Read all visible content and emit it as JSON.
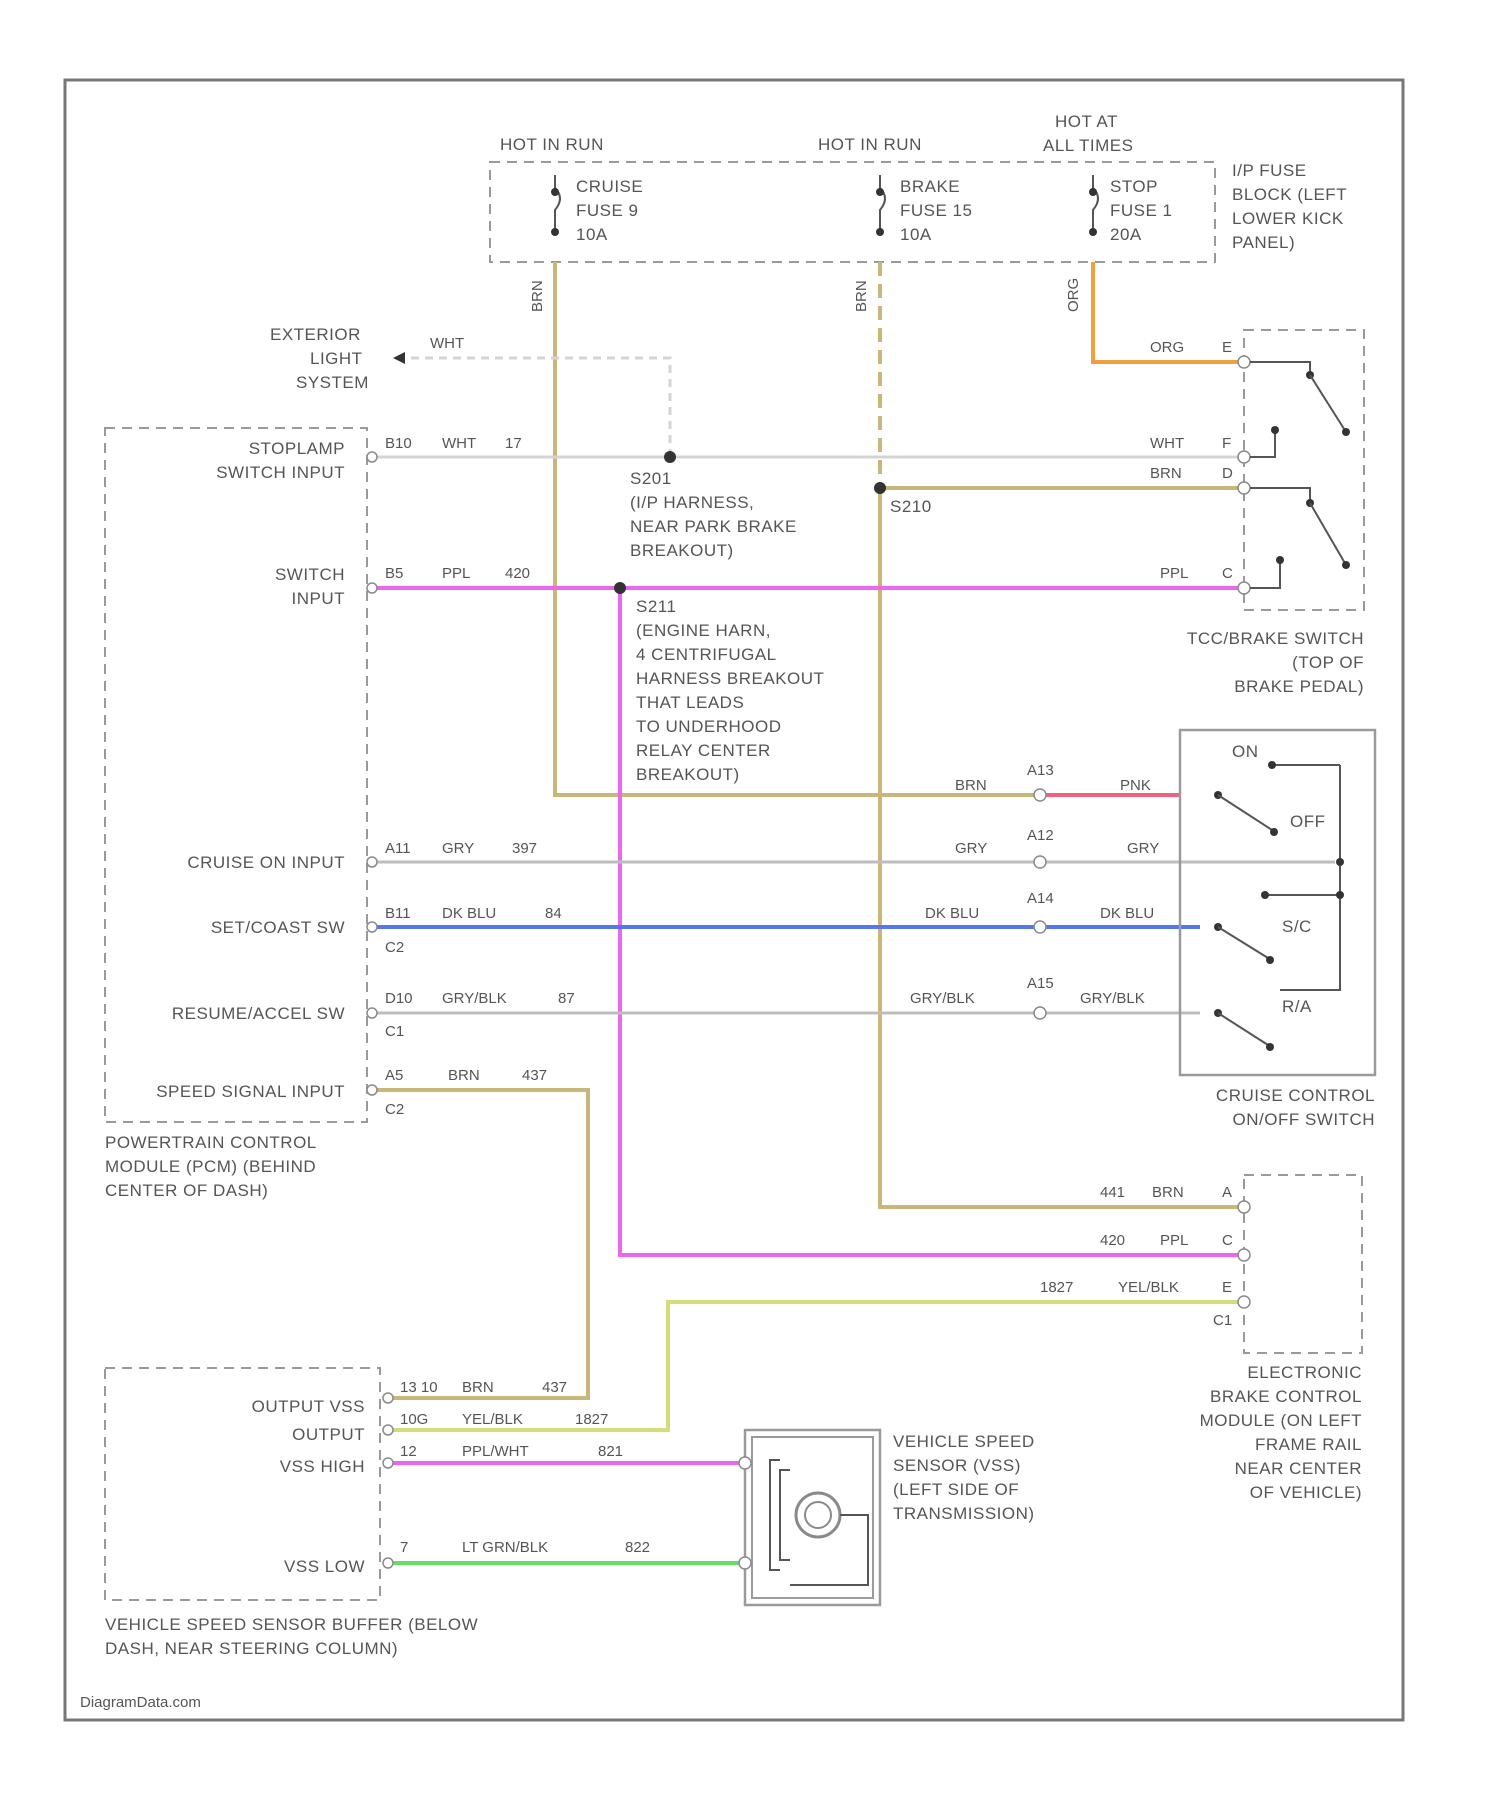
{
  "fuse_block": {
    "hot_run_1": "HOT IN RUN",
    "hot_run_2": "HOT IN RUN",
    "hot_at_line1": "HOT AT",
    "hot_at_line2": "ALL TIMES",
    "fuse1": [
      "CRUISE",
      "FUSE 9",
      "10A"
    ],
    "fuse2": [
      "BRAKE",
      "FUSE 15",
      "10A"
    ],
    "fuse3": [
      "STOP",
      "FUSE 1",
      "20A"
    ],
    "location": [
      "I/P FUSE",
      "BLOCK (LEFT",
      "LOWER KICK",
      "PANEL)"
    ],
    "wire1": "BRN",
    "wire2": "BRN",
    "wire3": "ORG"
  },
  "exterior": {
    "label": [
      "EXTERIOR",
      "LIGHT",
      "SYSTEM"
    ],
    "wire": "WHT"
  },
  "pcm": {
    "pins": [
      {
        "label1": "STOPLAMP",
        "label2": "SWITCH INPUT",
        "pin": "B10",
        "color": "WHT",
        "circuit": "17"
      },
      {
        "label1": "SWITCH",
        "label2": "INPUT",
        "pin": "B5",
        "color": "PPL",
        "circuit": "420"
      },
      {
        "label1": "CRUISE ON INPUT",
        "label2": "",
        "pin": "A11",
        "color": "GRY",
        "circuit": "397"
      },
      {
        "label1": "SET/COAST SW",
        "label2": "",
        "pin": "B11",
        "color": "DK BLU",
        "circuit": "84"
      },
      {
        "label1": "RESUME/ACCEL SW",
        "label2": "",
        "pin": "D10",
        "color": "GRY/BLK",
        "circuit": "87"
      },
      {
        "label1": "SPEED SIGNAL INPUT",
        "label2": "",
        "pin": "A5",
        "color": "BRN",
        "circuit": "437"
      }
    ],
    "connector_c2a": "C2",
    "connector_c1": "C1",
    "connector_c2b": "C2",
    "name": [
      "POWERTRAIN CONTROL",
      "MODULE (PCM) (BEHIND",
      "CENTER OF DASH)"
    ]
  },
  "splices": {
    "s201": [
      "S201",
      "(I/P HARNESS,",
      "NEAR PARK BRAKE",
      "BREAKOUT)"
    ],
    "s211": [
      "S211",
      "(ENGINE HARN,",
      "4 CENTRIFUGAL",
      "HARNESS BREAKOUT",
      "THAT LEADS",
      "TO UNDERHOOD",
      "RELAY CENTER",
      "BREAKOUT)"
    ],
    "s210": "S210"
  },
  "tcc_switch": {
    "pins": [
      {
        "color": "ORG",
        "pin": "E"
      },
      {
        "color": "WHT",
        "pin": "F"
      },
      {
        "color": "BRN",
        "pin": "D"
      },
      {
        "color": "PPL",
        "pin": "C"
      }
    ],
    "name": [
      "TCC/BRAKE SWITCH",
      "(TOP OF",
      "BRAKE PEDAL)"
    ]
  },
  "cruise_switch": {
    "rows": [
      {
        "left": "BRN",
        "pin": "A13",
        "right": "PNK"
      },
      {
        "left": "GRY",
        "pin": "A12",
        "right": "GRY"
      },
      {
        "left": "DK BLU",
        "pin": "A14",
        "right": "DK BLU"
      },
      {
        "left": "GRY/BLK",
        "pin": "A15",
        "right": "GRY/BLK"
      }
    ],
    "states": [
      "ON",
      "OFF",
      "S/C",
      "R/A"
    ],
    "name": [
      "CRUISE CONTROL",
      "ON/OFF SWITCH"
    ]
  },
  "ebcm": {
    "rows": [
      {
        "circuit": "441",
        "color": "BRN",
        "pin": "A"
      },
      {
        "circuit": "420",
        "color": "PPL",
        "pin": "C"
      },
      {
        "circuit": "1827",
        "color": "YEL/BLK",
        "pin": "E"
      }
    ],
    "connector": "C1",
    "name": [
      "ELECTRONIC",
      "BRAKE CONTROL",
      "MODULE (ON LEFT",
      "FRAME RAIL",
      "NEAR CENTER",
      "OF VEHICLE)"
    ]
  },
  "vssb": {
    "pins": [
      {
        "label": "OUTPUT VSS",
        "pin": "13  10",
        "color": "BRN",
        "circuit": "437"
      },
      {
        "label": "OUTPUT",
        "pin": "10G",
        "color": "YEL/BLK",
        "circuit": "1827"
      },
      {
        "label": "VSS HIGH",
        "pin": "12",
        "color": "PPL/WHT",
        "circuit": "821"
      },
      {
        "label": "VSS LOW",
        "pin": "7",
        "color": "LT GRN/BLK",
        "circuit": "822"
      }
    ],
    "name": [
      "VEHICLE SPEED SENSOR BUFFER (BELOW",
      "DASH, NEAR STEERING COLUMN)"
    ]
  },
  "vss": {
    "name": [
      "VEHICLE SPEED",
      "SENSOR (VSS)",
      "(LEFT SIDE OF",
      "TRANSMISSION)"
    ]
  },
  "footer": "DiagramData.com",
  "colors": {
    "brn": "#c9b77a",
    "org": "#f0a040",
    "ppl": "#ee66ee",
    "gry": "#bdbdbd",
    "blu": "#5577ee",
    "pnk": "#f06080",
    "yel": "#d6dc7a",
    "grn": "#66dd66",
    "wht": "#d4d4d4"
  }
}
